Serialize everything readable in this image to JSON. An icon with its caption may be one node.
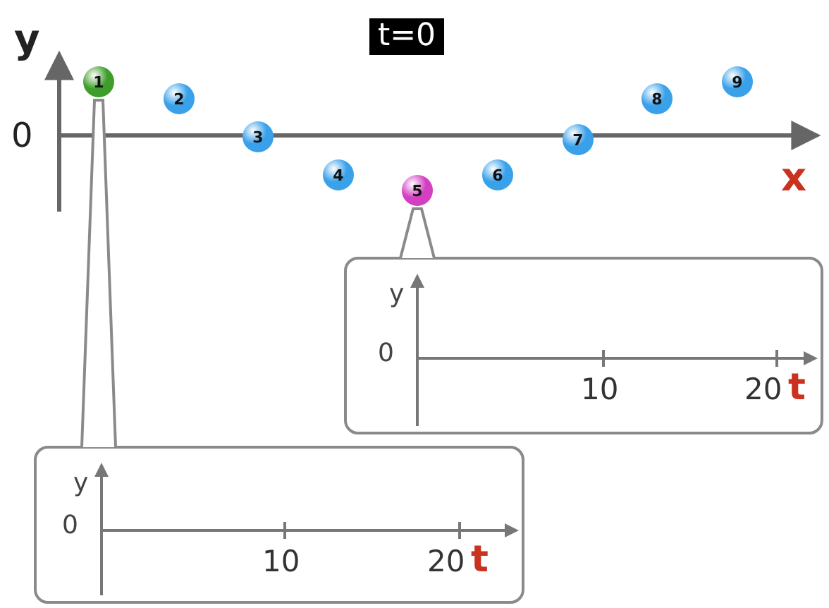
{
  "diagram": {
    "nodes": [
      {
        "text": [
          "1"
        ]
      },
      {
        "text": [
          "2"
        ]
      },
      {
        "text": [
          "3"
        ]
      },
      {
        "text": [
          "4"
        ]
      },
      {
        "text": [
          "5"
        ]
      },
      {
        "text": [
          "6"
        ]
      },
      {
        "text": [
          "7"
        ]
      },
      {
        "text": [
          "8"
        ]
      },
      {
        "text": [
          "9"
        ]
      },
      {
        "text": [
          "y",
          "0",
          "10",
          "20",
          "t"
        ]
      },
      {
        "text": [
          "y",
          "0",
          "10",
          "20",
          "t"
        ]
      }
    ],
    "edges": [
      {
        "from": 4,
        "to": 9,
        "arrow": "none"
      },
      {
        "from": 0,
        "to": 10,
        "arrow": "none"
      }
    ],
    "labels": [
      "t=0",
      "y",
      "0",
      "x"
    ]
  }
}
